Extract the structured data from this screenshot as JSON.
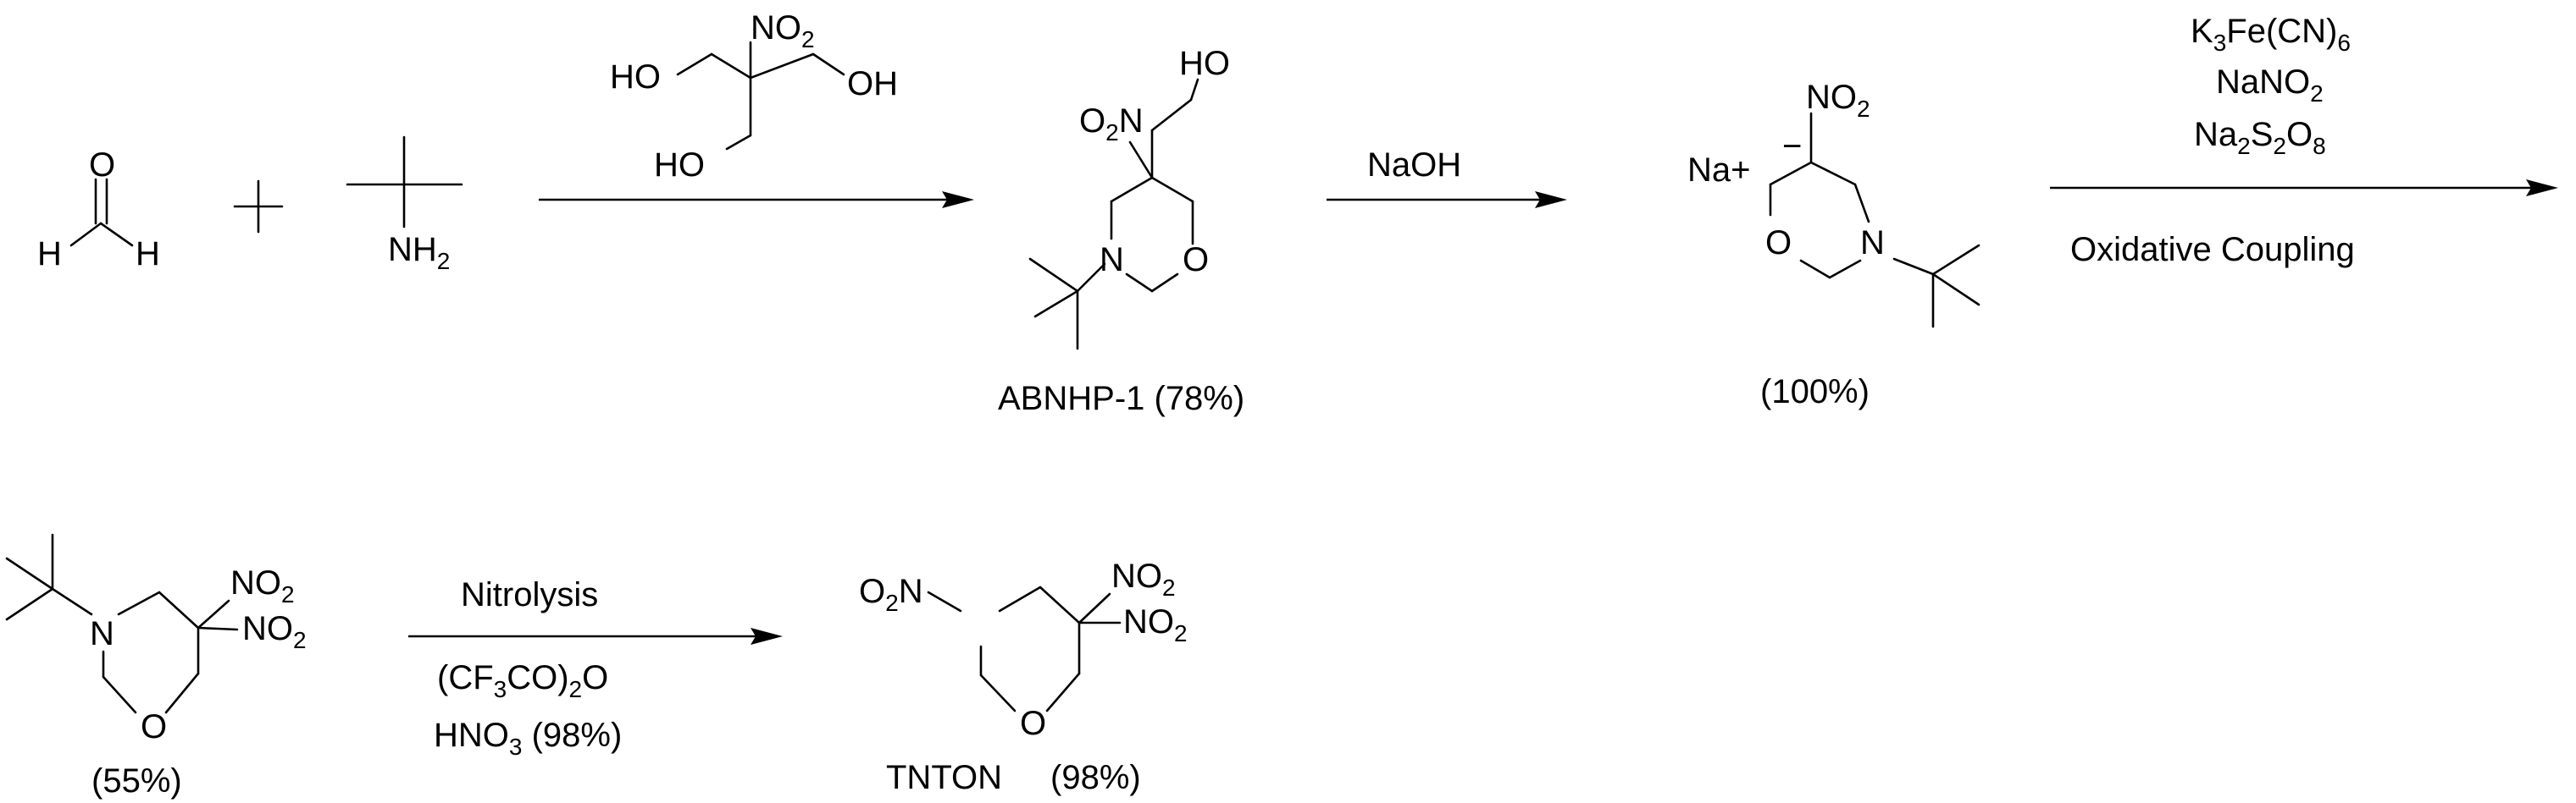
{
  "reagents_step1": {
    "aldehyde": {
      "o": "O",
      "h_left": "H",
      "h_right": "H"
    },
    "plus": "+",
    "amine": {
      "nh": "NH",
      "sub": "2"
    },
    "triol": {
      "ho_left": "HO",
      "no": "NO",
      "no_sub": "2",
      "oh_right": "OH",
      "ho_bottom": "HO"
    }
  },
  "product1": {
    "ho": "HO",
    "o2n_o": "O",
    "o2n_sub": "2",
    "o2n_n": "N",
    "n_ring": "N",
    "o_ring": "O",
    "caption": "ABNHP-1 (78%)"
  },
  "step2": {
    "reagent": "NaOH"
  },
  "product2": {
    "no": "NO",
    "no_sub": "2",
    "na": "Na+",
    "charge": "−",
    "o_ring": "O",
    "n_ring": "N",
    "caption": "(100%)"
  },
  "step3": {
    "reagent1_a": "K",
    "reagent1_sub1": "3",
    "reagent1_b": "Fe(CN)",
    "reagent1_sub2": "6",
    "reagent2_a": "NaNO",
    "reagent2_sub": "2",
    "reagent3_a": "Na",
    "reagent3_sub1": "2",
    "reagent3_b": "S",
    "reagent3_sub2": "2",
    "reagent3_c": "O",
    "reagent3_sub3": "8",
    "label": "Oxidative Coupling"
  },
  "product3": {
    "n_ring": "N",
    "o_ring": "O",
    "no_a": "NO",
    "no_a_sub": "2",
    "no_b": "NO",
    "no_b_sub": "2",
    "caption": "(55%)"
  },
  "step4": {
    "label": "Nitrolysis",
    "reagent1_a": "(CF",
    "reagent1_sub1": "3",
    "reagent1_b": "CO)",
    "reagent1_sub2": "2",
    "reagent1_c": "O",
    "reagent2_a": "HNO",
    "reagent2_sub": "3",
    "reagent2_b": " (98%)"
  },
  "product4": {
    "o2n_o": "O",
    "o2n_sub": "2",
    "o2n_n": "N",
    "o_ring": "O",
    "no_a": "NO",
    "no_a_sub": "2",
    "no_b": "NO",
    "no_b_sub": "2",
    "caption_name": "TNTON",
    "caption_yield": "(98%)"
  }
}
